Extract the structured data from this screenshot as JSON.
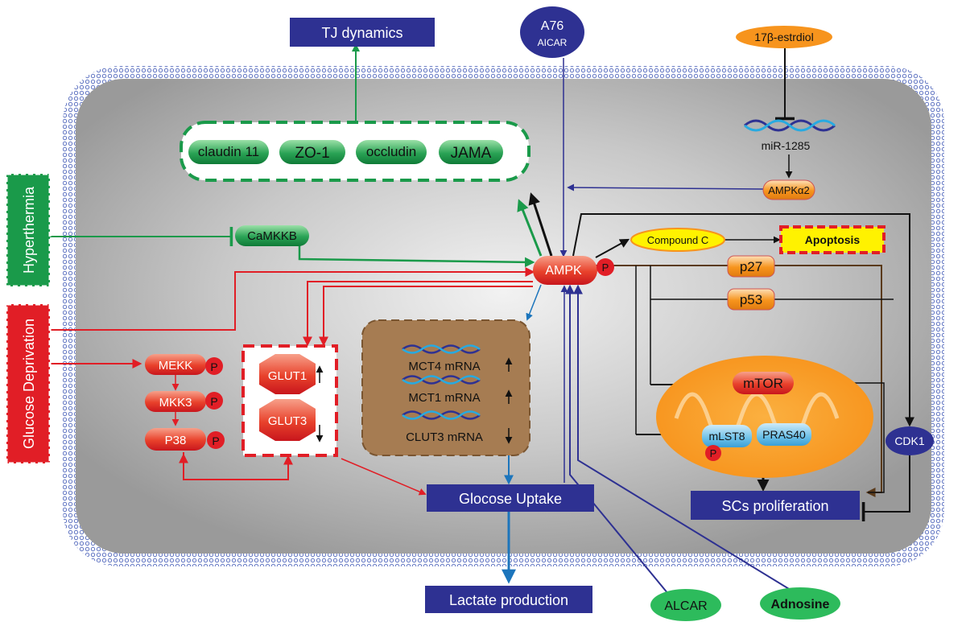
{
  "labels": {
    "tj_dynamics": "TJ dynamics",
    "a76": "A76",
    "aicar": "AICAR",
    "estradiol": "17β-estrdiol",
    "mir1285": "miR-1285",
    "ampka2": "AMPKα2",
    "claudin11": "claudin 11",
    "zo1": "ZO-1",
    "occludin": "occludin",
    "jama": "JAMA",
    "hyperthermia": "Hyperthermia",
    "camkkb": "CaMKKB",
    "compound_c": "Compound C",
    "apoptosis": "Apoptosis",
    "ampk": "AMPK",
    "p_badge": "P",
    "p27": "p27",
    "p53": "p53",
    "glucose_deprivation": "Glucose Deprivation",
    "mekk": "MEKK",
    "mkk3": "MKK3",
    "p38": "P38",
    "glut1": "GLUT1",
    "glut3": "GLUT3",
    "mct4": "MCT4 mRNA",
    "mct1": "MCT1 mRNA",
    "clut3": "CLUT3 mRNA",
    "mtor": "mTOR",
    "mlst8": "mLST8",
    "pras40": "PRAS40",
    "cdk1": "CDK1",
    "glucose_uptake": "Glocose Uptake",
    "scs_proliferation": "SCs proliferation",
    "lactate_production": "Lactate production",
    "alcar": "ALCAR",
    "adnosine": "Adnosine"
  },
  "colors": {
    "navy": "#2e3192",
    "green": "#1a9a4a",
    "red": "#e11e26",
    "orange": "#f7941d",
    "yellow": "#fff200",
    "brown": "#a67c52",
    "blue_arrow": "#1c75bc",
    "membrane": "#7a8fd0",
    "cell_gray": "#9a9a9a"
  }
}
